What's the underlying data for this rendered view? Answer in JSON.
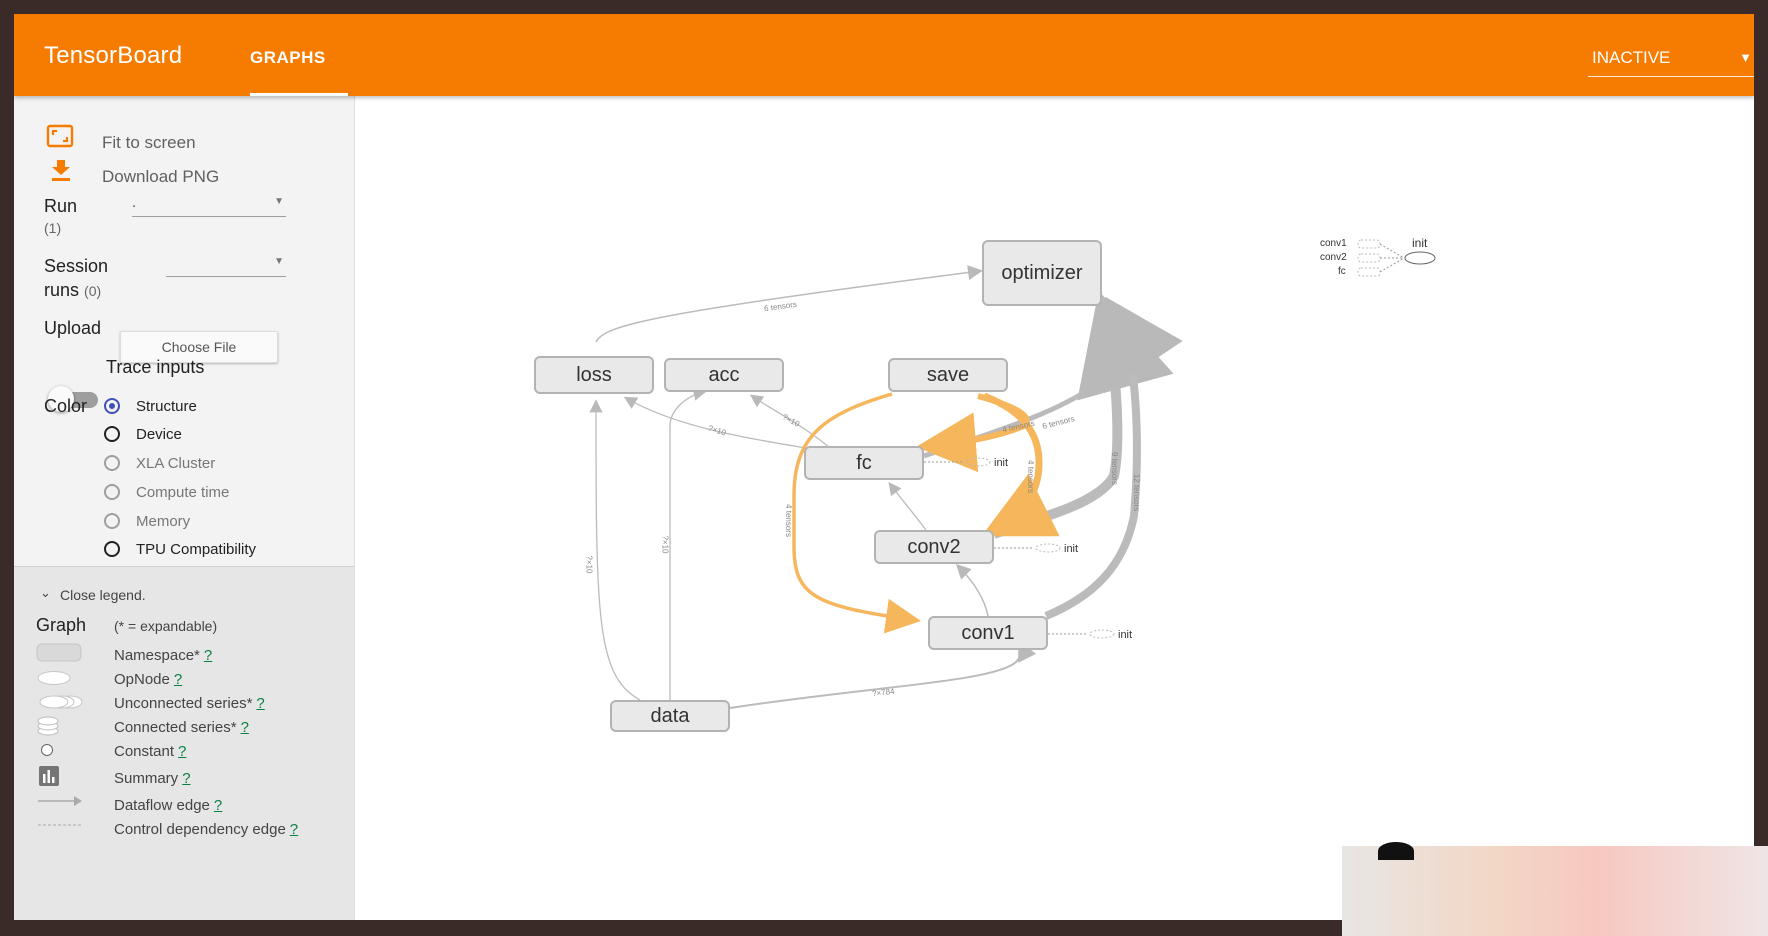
{
  "app": {
    "title": "TensorBoard",
    "active_tab": "GRAPHS",
    "run_selector_value": "INACTIVE"
  },
  "sidebar": {
    "fit_to_screen": "Fit to screen",
    "download_png": "Download PNG",
    "run_label": "Run",
    "run_count": "(1)",
    "run_value": ".",
    "session_label_1": "Session",
    "session_label_2": "runs",
    "session_count": "(0)",
    "upload_label": "Upload",
    "choose_file": "Choose File",
    "trace_inputs": "Trace inputs",
    "color_label": "Color",
    "color_options": [
      "Structure",
      "Device",
      "XLA Cluster",
      "Compute time",
      "Memory",
      "TPU Compatibility"
    ],
    "color_selected": "Structure"
  },
  "legend": {
    "close": "Close legend.",
    "graph_label": "Graph",
    "expandable_note": "(* = expandable)",
    "help": "?",
    "items": [
      "Namespace*",
      "OpNode",
      "Unconnected series*",
      "Connected series*",
      "Constant",
      "Summary",
      "Dataflow edge",
      "Control dependency edge"
    ]
  },
  "graph": {
    "nodes": {
      "optimizer": "optimizer",
      "loss": "loss",
      "acc": "acc",
      "save": "save",
      "fc": "fc",
      "conv2": "conv2",
      "conv1": "conv1",
      "data": "data"
    },
    "init_label": "init",
    "edge_labels": {
      "loss_optimizer": "6 tensors",
      "fc_save_a": "4 tensors",
      "fc_save_b": "6 tensors",
      "save_conv2": "4 tensors",
      "save_conv1": "4 tensors",
      "conv2_optimizer": "9 tensors",
      "conv1_optimizer": "12 tensors",
      "data_loss": "?×10",
      "data_acc": "?×10",
      "data_conv1": "?×784",
      "fc_loss": "?×10",
      "fc_acc": "?×10"
    },
    "mini_graph": {
      "conv1": "conv1",
      "conv2": "conv2",
      "fc": "fc",
      "init": "init"
    }
  },
  "colors": {
    "accent": "#f57c00",
    "highlight_edge": "#f5b65c",
    "edge": "#b9b9b9"
  }
}
